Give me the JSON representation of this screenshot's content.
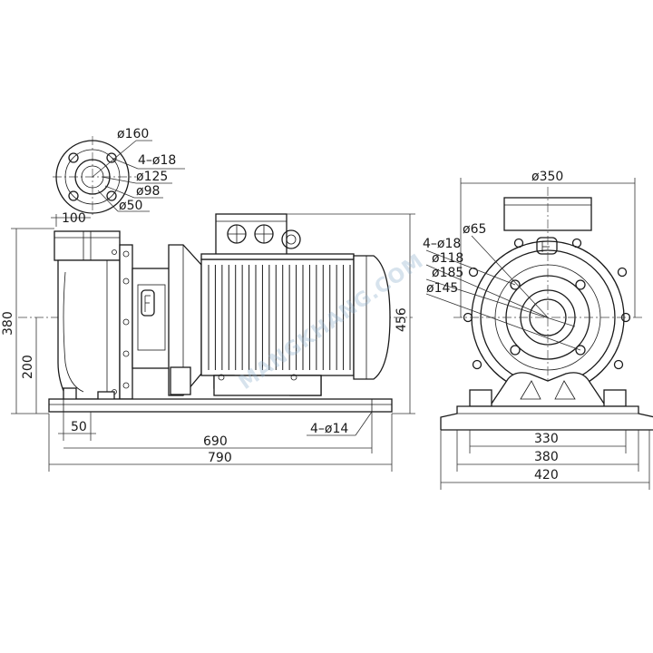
{
  "watermark": {
    "text": "MANGKHANG.COM",
    "color": "#8fb0cc"
  },
  "front_view": {
    "flange_labels": [
      "ø160",
      "4–ø18",
      "ø125",
      "ø98",
      "ø50"
    ],
    "offset_label": "100"
  },
  "side_view": {
    "dims": {
      "height_total": "380",
      "height_axis": "200",
      "height_right": "456",
      "foot_50": "50",
      "foot_holes": "4–ø14",
      "base_inner": "690",
      "base_outer": "790"
    }
  },
  "end_view": {
    "top_dim": "ø350",
    "flange_labels": [
      "ø65",
      "4–ø18",
      "ø118",
      "ø185",
      "ø145"
    ],
    "base_dims": [
      "330",
      "380",
      "420"
    ]
  },
  "fin_count": 22
}
